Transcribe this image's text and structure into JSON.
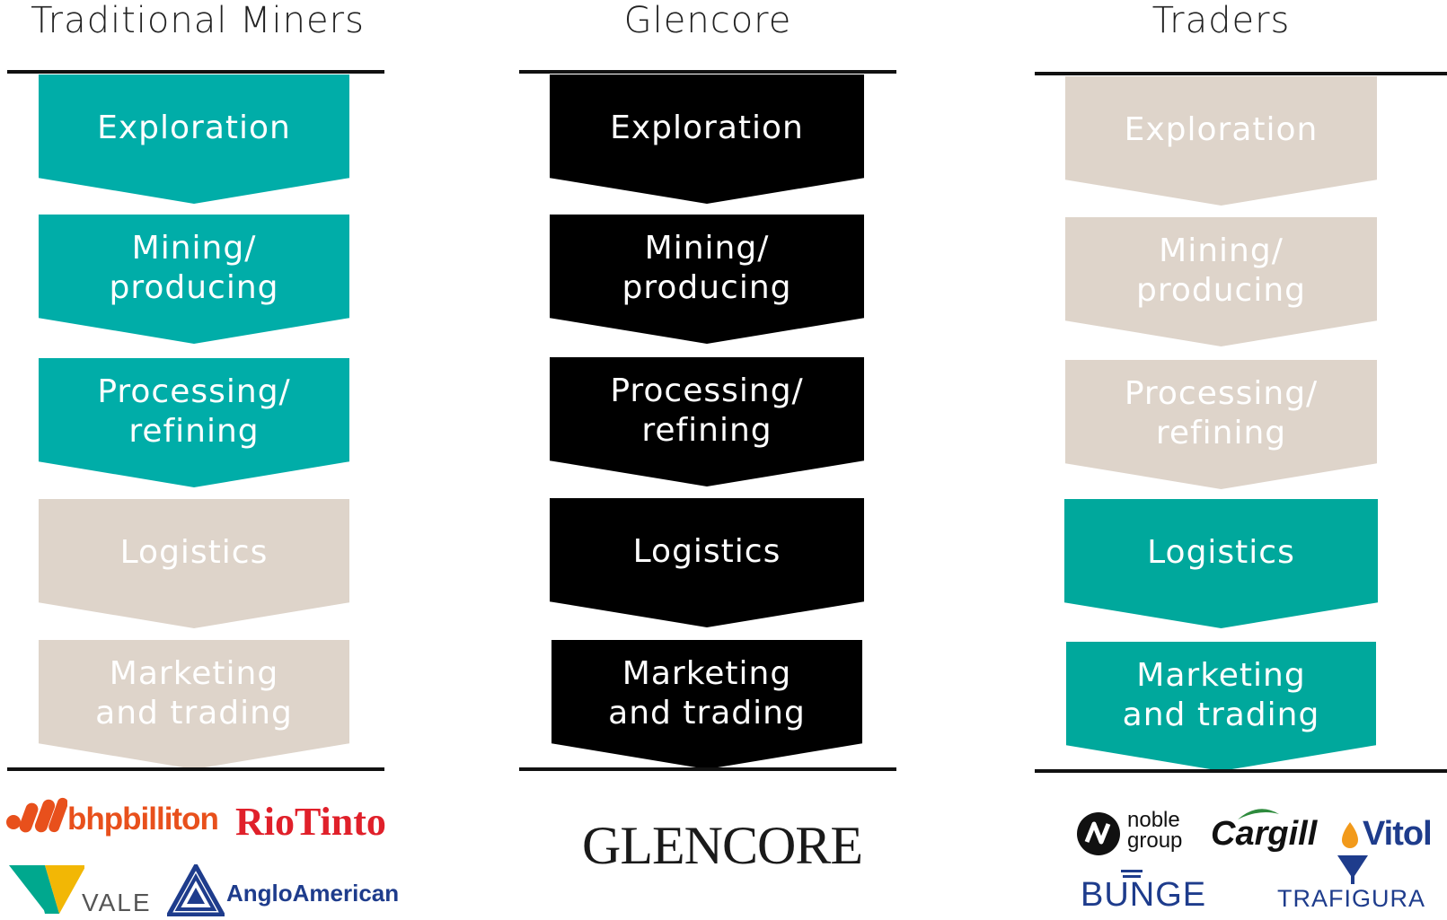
{
  "columns": [
    {
      "title": "Traditional Miners",
      "steps": [
        "Exploration",
        "Mining/\nproducing",
        "Processing/\nrefining",
        "Logistics",
        "Marketing\nand trading"
      ],
      "step_colors": [
        "#00ADA8",
        "#00ADA8",
        "#00ADA8",
        "#DED4CA",
        "#DED4CA"
      ]
    },
    {
      "title": "Glencore",
      "steps": [
        "Exploration",
        "Mining/\nproducing",
        "Processing/\nrefining",
        "Logistics",
        "Marketing\nand trading"
      ],
      "step_colors": [
        "#000000",
        "#000000",
        "#000000",
        "#000000",
        "#000000"
      ]
    },
    {
      "title": "Traders",
      "steps": [
        "Exploration",
        "Mining/\nproducing",
        "Processing/\nrefining",
        "Logistics",
        "Marketing\nand trading"
      ],
      "step_colors": [
        "#DED4CA",
        "#DED4CA",
        "#DED4CA",
        "#00A89C",
        "#00A89C"
      ]
    }
  ],
  "logos": {
    "miners": {
      "bhp": "bhpbilliton",
      "riotinto": "RioTinto",
      "vale": "VALE",
      "anglo": "AngloAmerican"
    },
    "glencore": {
      "glencore": "GLENCORE"
    },
    "traders": {
      "noble_1": "noble",
      "noble_2": "group",
      "cargill": "Cargill",
      "vitol": "Vitol",
      "bunge": "BUNGE",
      "trafigura": "TRAFIGURA"
    }
  },
  "colors": {
    "teal": "#00ADA8",
    "black": "#000000",
    "beige": "#DED4CA",
    "bhp_orange": "#E8501C",
    "riotinto_red": "#E0202A",
    "anglo_blue": "#1E3C8C",
    "vale_green": "#00A88E",
    "vale_yellow": "#F2B705"
  }
}
